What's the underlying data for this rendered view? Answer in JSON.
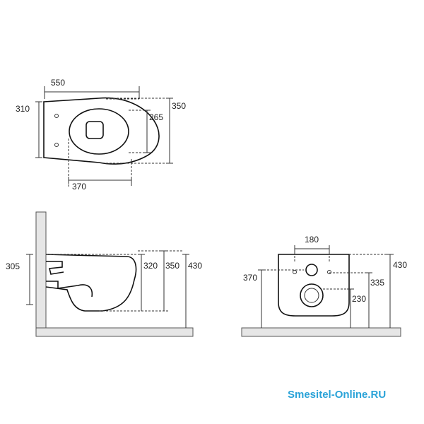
{
  "watermark": "Smesitel-Online.RU",
  "colors": {
    "line": "#111111",
    "floor": "#e6e6e6",
    "watermark": "#2aa3d8"
  },
  "top_view": {
    "length": "550",
    "width_inner": "310",
    "width_outer": "350",
    "seat_depth": "265",
    "seat_length": "370"
  },
  "side_view": {
    "rim_height": "305",
    "height_1": "320",
    "height_2": "350",
    "height_3": "430"
  },
  "front_view": {
    "hole_distance": "180",
    "height_a": "370",
    "height_total": "430",
    "height_b": "335",
    "height_c": "230"
  }
}
